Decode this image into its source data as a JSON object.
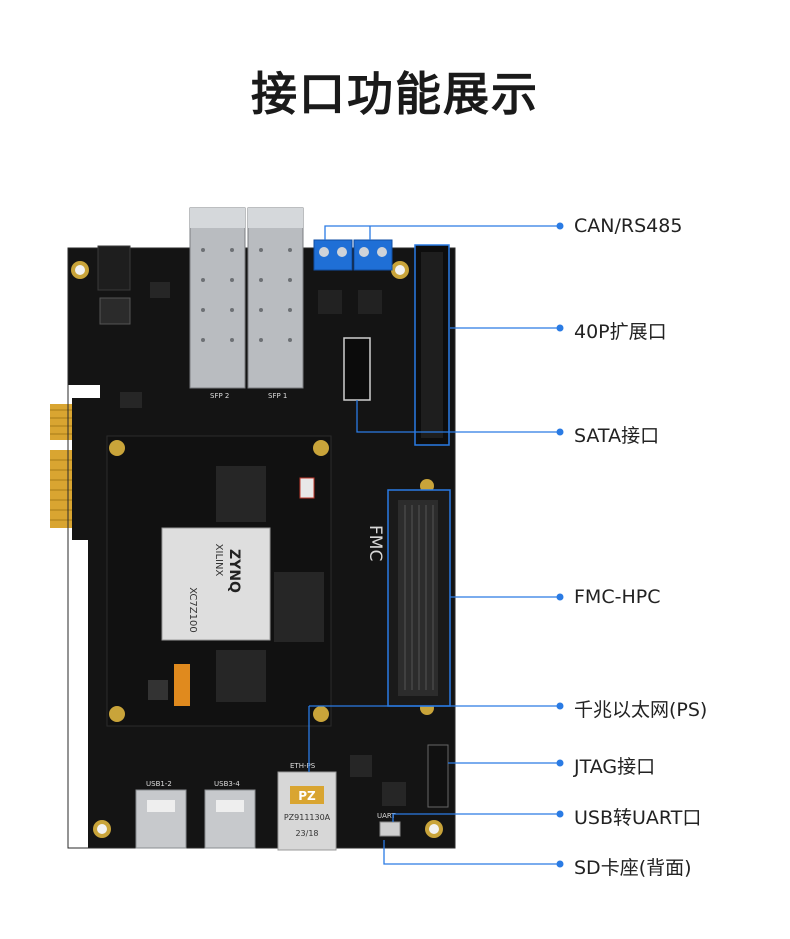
{
  "title": "接口功能展示",
  "accent_color": "#2a7be4",
  "board_color": "#141414",
  "labels": [
    "CAN/RS485",
    "40P扩展口",
    "SATA接口",
    "FMC-HPC",
    "千兆以太网(PS)",
    "JTAG接口",
    "USB转UART口",
    "SD卡座(背面)"
  ],
  "silkscreen": {
    "sfp2": "SFP 2",
    "sfp1": "SFP 1",
    "fmc_logo": "FMC",
    "chip_brand": "XILINX",
    "chip_name": "ZYNQ",
    "chip_model": "XC7Z100",
    "eth_label": "ETH-PS",
    "rj45_brand": "PZ",
    "rj45_model": "PZ911130A",
    "rj45_date": "23/18",
    "usb1": "USB1-2",
    "usb2": "USB3-4",
    "uart": "UART"
  }
}
